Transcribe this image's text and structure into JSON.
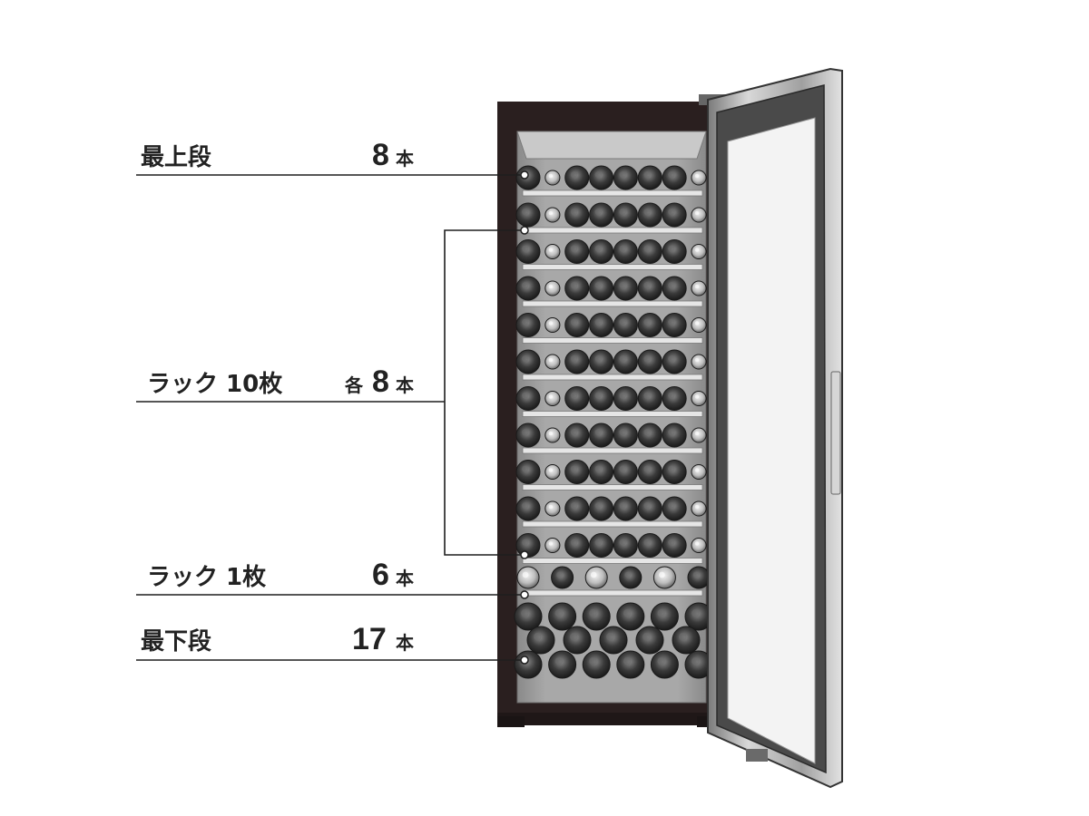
{
  "labels": [
    {
      "name": "最上段",
      "count": "8",
      "unit": "本",
      "prefix": ""
    },
    {
      "name": "ラック 10枚",
      "count": "8",
      "unit": "本",
      "prefix": "各"
    },
    {
      "name": "ラック 1枚",
      "count": "6",
      "unit": "本",
      "prefix": ""
    },
    {
      "name": "最下段",
      "count": "17",
      "unit": "本",
      "prefix": ""
    }
  ],
  "shelves": {
    "top": {
      "bottles": 8
    },
    "racks_8": {
      "racks": 10,
      "bottles_each": 8
    },
    "rack_6": {
      "racks": 1,
      "bottles": 6
    },
    "bottom": {
      "rows": [
        6,
        5,
        6
      ]
    }
  },
  "colors": {
    "cabinet": "#2a1f1f",
    "interior": "#9a9a9a",
    "shelf": "#e6e6e6",
    "bottle_dark": "#3a3a3a",
    "bottle_light": "#cfcfcf",
    "door_frame": "#b5b5b5",
    "glass": "#f4f4f4",
    "line": "#1e1e1e"
  }
}
